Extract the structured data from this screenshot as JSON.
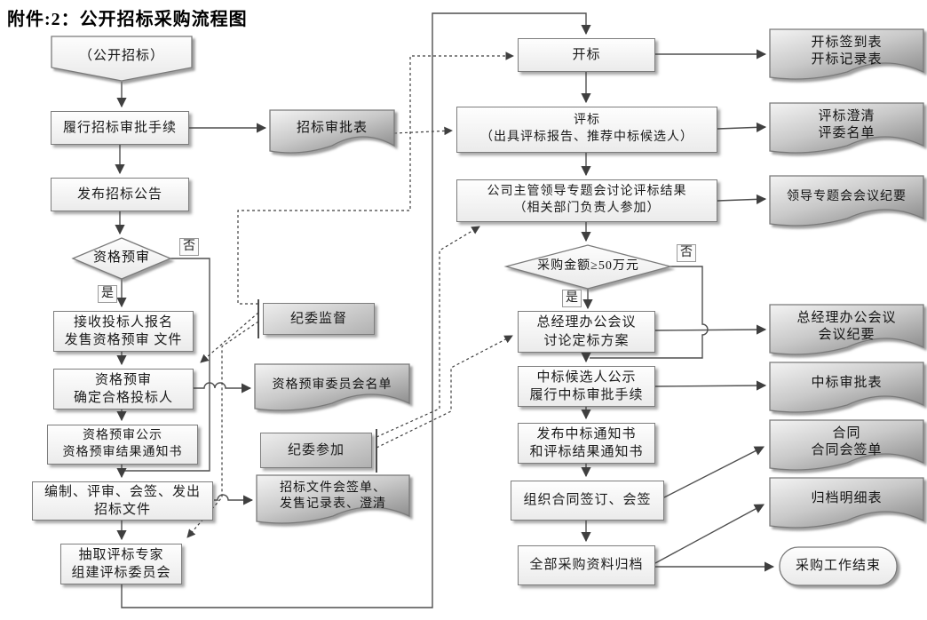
{
  "title": "附件:2：公开招标采购流程图",
  "labels": {
    "yes": "是",
    "no": "否"
  },
  "colors": {
    "line": "#4a4a4a",
    "box_border": "#7d7d7d",
    "box_fill_top": "#fefefe",
    "box_fill_bottom": "#ebebeb",
    "doc_fill_light": "#f3f3f3",
    "doc_fill_dark": "#8d8d8d",
    "gray_box_fill": "#b1b1b1"
  },
  "nodes": {
    "start": {
      "l1": "（公开招标）"
    },
    "fulfill_approval": {
      "l1": "履行招标审批手续"
    },
    "announce": {
      "l1": "发布招标公告"
    },
    "prequal_q": {
      "l1": "资格预审"
    },
    "receive": {
      "l1": "接收投标人报名",
      "l2": "发售资格预审 文件"
    },
    "confirm": {
      "l1": "资格预审",
      "l2": "确定合格投标人"
    },
    "publicity": {
      "l1": "资格预审公示",
      "l2": "资格预审结果通知书"
    },
    "prepare": {
      "l1": "编制、评审、会签、发出",
      "l2": "招标文件"
    },
    "experts": {
      "l1": "抽取评标专家",
      "l2": "组建评标委员会"
    },
    "doc_approval": {
      "l1": "招标审批表"
    },
    "jiwei_supervise": {
      "l1": "纪委监督"
    },
    "doc_committee": {
      "l1": "资格预审委员会名单"
    },
    "jiwei_join": {
      "l1": "纪委参加"
    },
    "doc_biddocs": {
      "l1": "招标文件会签单、",
      "l2": "发售记录表、澄清"
    },
    "open_bid": {
      "l1": "开标"
    },
    "evaluate": {
      "l1": "评标",
      "l2": "（出具评标报告、推荐中标候选人）"
    },
    "leader_meet": {
      "l1": "公司主管领导专题会讨论评标结果",
      "l2": "（相关部门负责人参加）"
    },
    "amount_q": {
      "l1": "采购金额≥50万元"
    },
    "gm_meet": {
      "l1": "总经理办公会议",
      "l2": "讨论定标方案"
    },
    "winner_pub": {
      "l1": "中标候选人公示",
      "l2": "履行中标审批手续"
    },
    "notify": {
      "l1": "发布中标通知书",
      "l2": "和评标结果通知书"
    },
    "contract_sign": {
      "l1": "组织合同签订、会签"
    },
    "archive_all": {
      "l1": "全部采购资料归档"
    },
    "doc_signin": {
      "l1": "开标签到表",
      "l2": "开标记录表"
    },
    "doc_clarify": {
      "l1": "评标澄清",
      "l2": "评委名单"
    },
    "doc_leader_minutes": {
      "l1": "领导专题会会议纪要"
    },
    "doc_gm_minutes": {
      "l1": "总经理办公会议",
      "l2": "会议纪要"
    },
    "doc_win_approval": {
      "l1": "中标审批表"
    },
    "doc_contract": {
      "l1": "合同",
      "l2": "合同会签单"
    },
    "doc_archive_list": {
      "l1": "归档明细表"
    },
    "end": {
      "l1": "采购工作结束"
    }
  }
}
